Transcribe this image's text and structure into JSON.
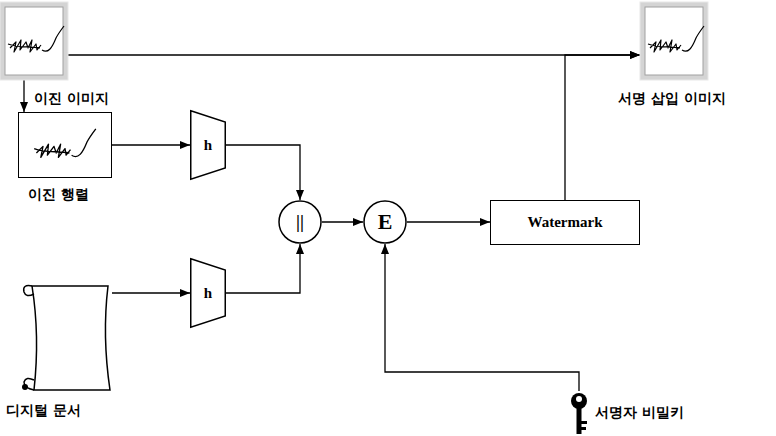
{
  "diagram": {
    "nodes": [
      {
        "text": [
          "이진 이미지"
        ]
      },
      {
        "text": [
          "서명 삽입 이미지"
        ]
      },
      {
        "text": [
          "이진 행렬"
        ]
      },
      {
        "text": [
          "디지털 문서"
        ]
      },
      {
        "text": [
          "h"
        ]
      },
      {
        "text": [
          "h"
        ]
      },
      {
        "text": [
          "||"
        ]
      },
      {
        "text": [
          "E"
        ]
      },
      {
        "text": [
          "Watermark"
        ]
      },
      {
        "text": [
          "서명자 비밀키"
        ]
      }
    ],
    "edges": [
      {
        "from": 0,
        "to": 1,
        "arrow": "to"
      },
      {
        "from": 0,
        "to": 2,
        "arrow": "to"
      },
      {
        "from": 2,
        "to": 4,
        "arrow": "to"
      },
      {
        "from": 3,
        "to": 5,
        "arrow": "to"
      },
      {
        "from": 4,
        "to": 6,
        "arrow": "to"
      },
      {
        "from": 5,
        "to": 6,
        "arrow": "to"
      },
      {
        "from": 6,
        "to": 7,
        "arrow": "to"
      },
      {
        "from": 9,
        "to": 7,
        "arrow": "to"
      },
      {
        "from": 7,
        "to": 8,
        "arrow": "to"
      },
      {
        "from": 8,
        "to": 1,
        "arrow": "to"
      }
    ]
  }
}
